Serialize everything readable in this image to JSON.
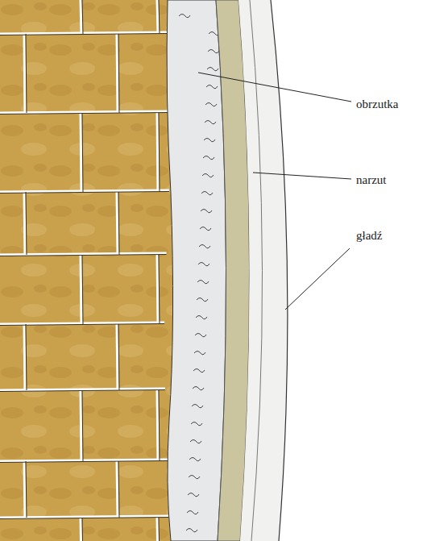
{
  "diagram": {
    "labels": [
      "obrzutka",
      "narzut",
      "gładź"
    ]
  }
}
